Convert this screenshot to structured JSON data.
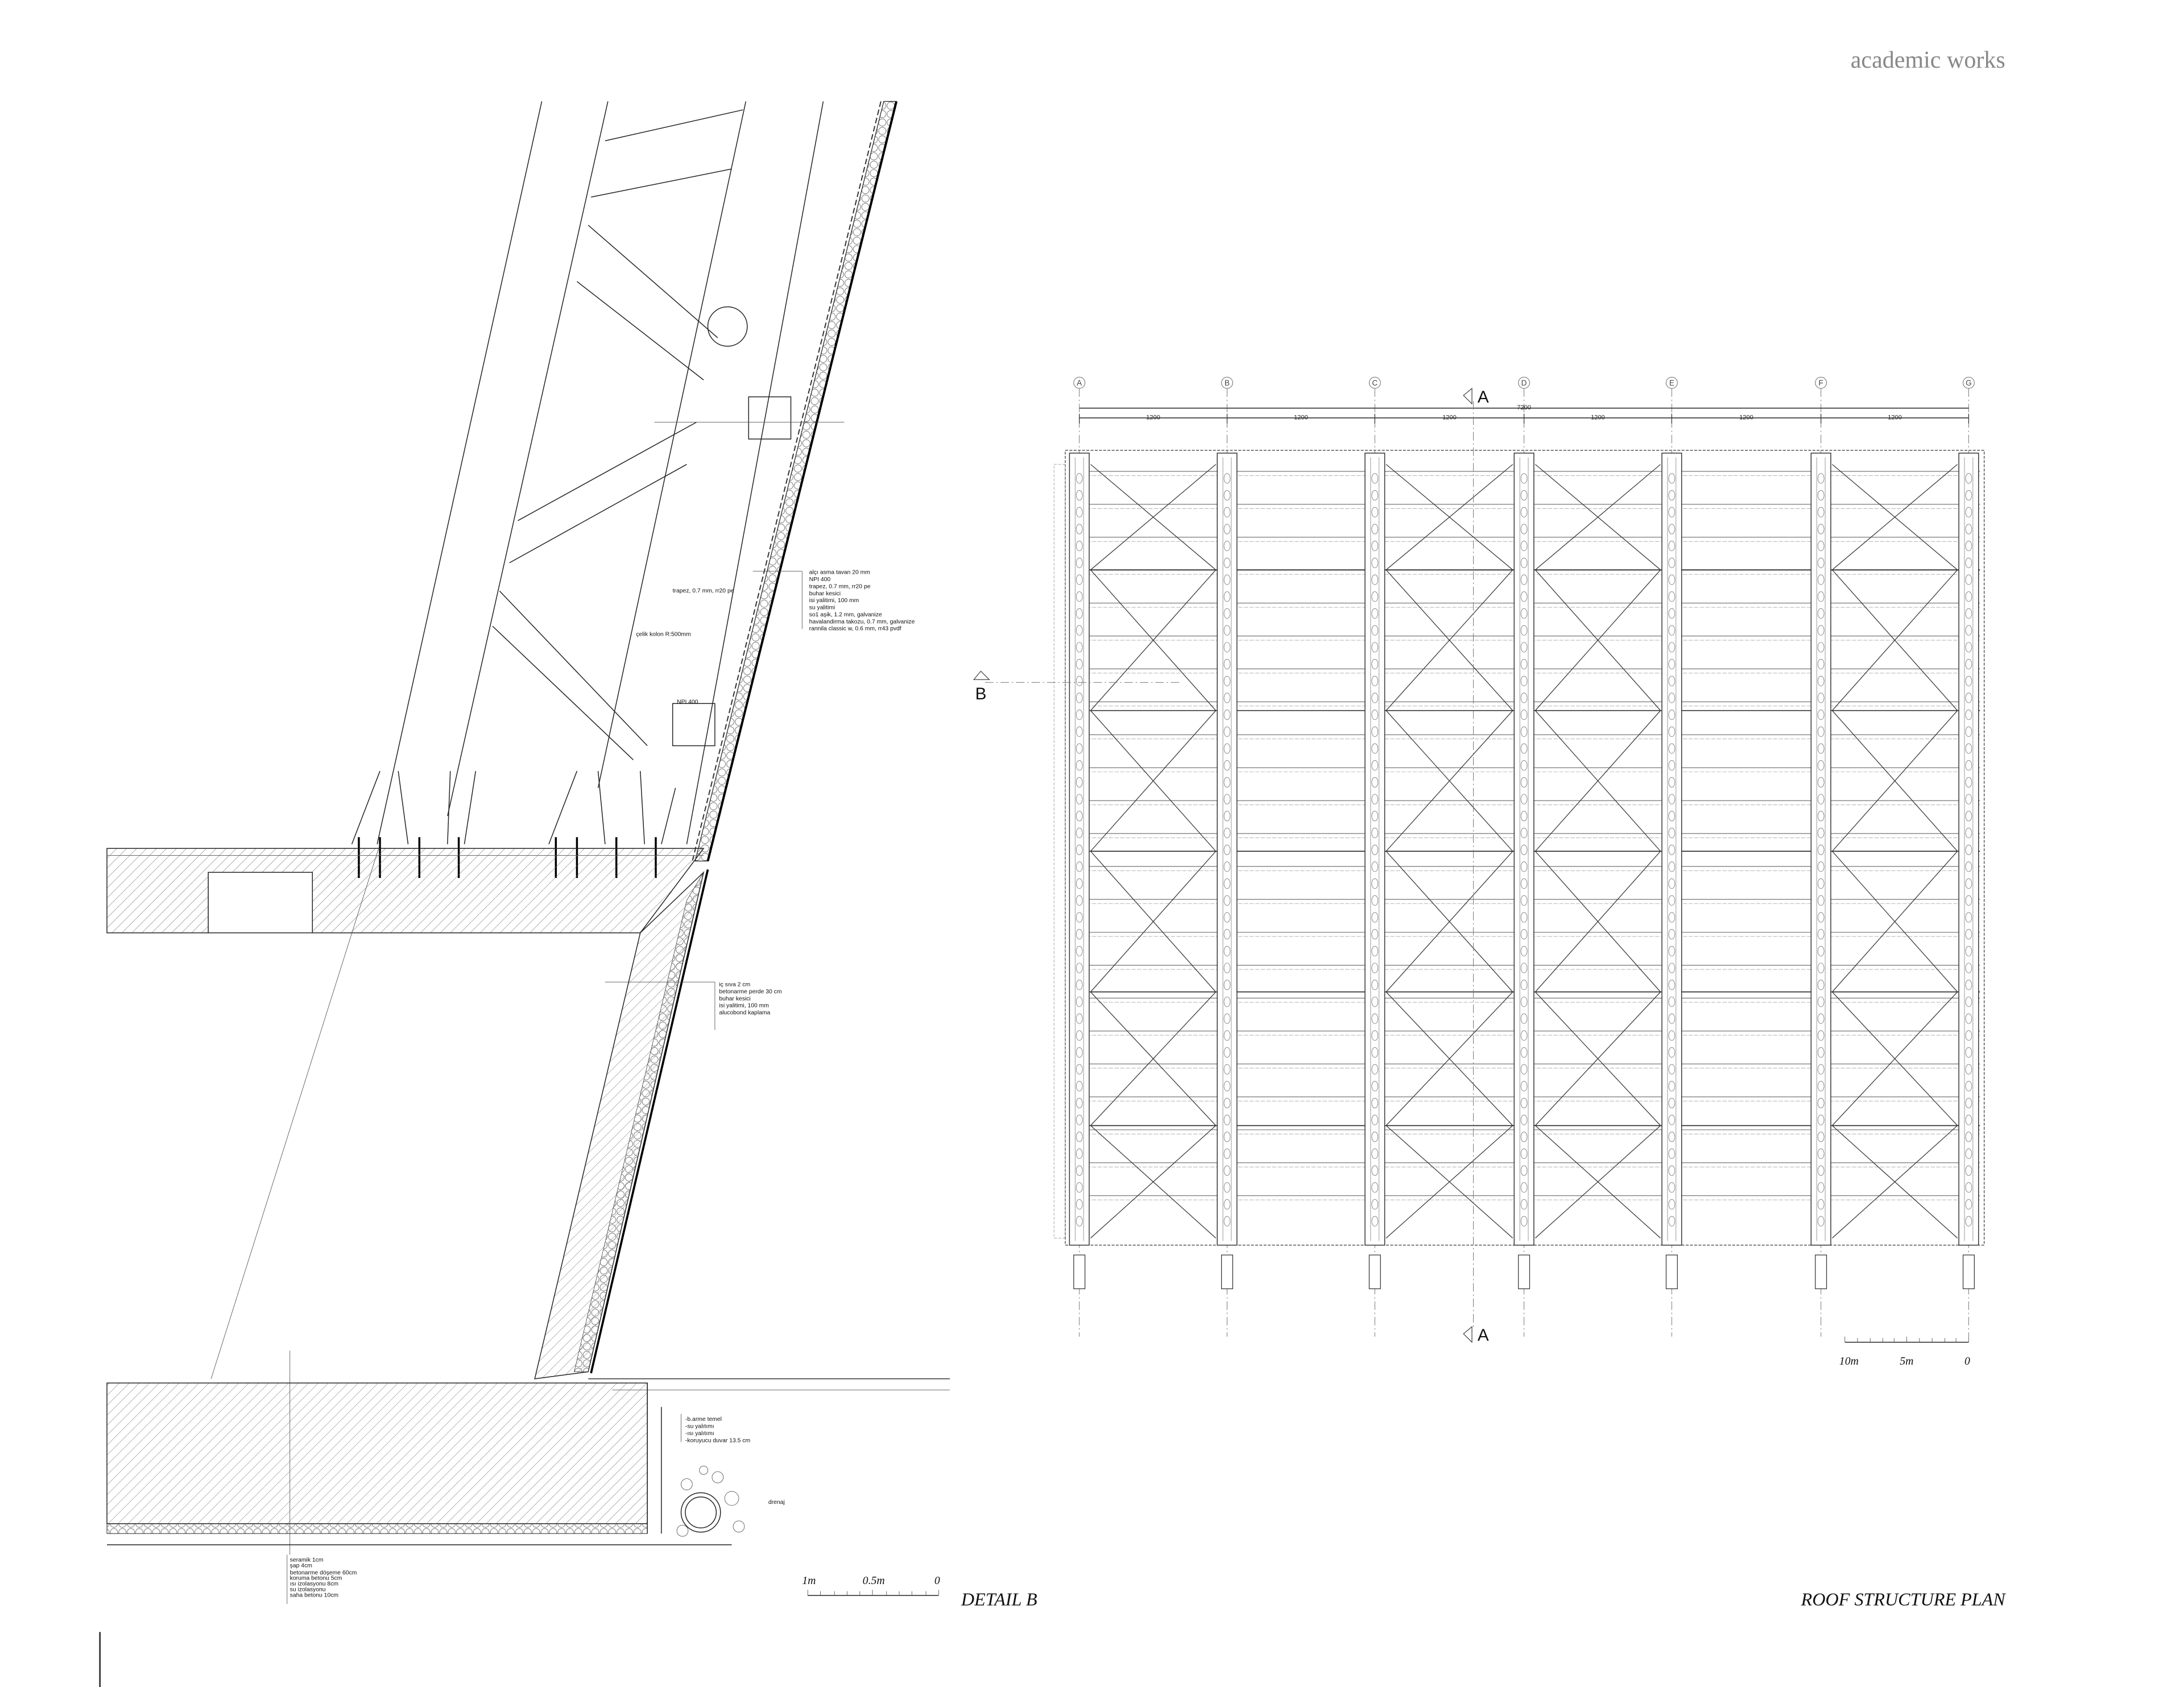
{
  "header": {
    "brand": "academic works"
  },
  "detail": {
    "title": "DETAIL B",
    "roof_layers": [
      "alçı asma tavan 20 mm",
      "NPI 400",
      "trapez, 0.7 mm, rr20 pe",
      "buhar kesici",
      "isi yalitimi, 100 mm",
      "su yalitimi",
      "so1 aşik, 1.2 mm, galvanize",
      "havalandirma takozu, 0.7 mm, galvanize",
      "rannila classic w, 0.6 mm, rr43 pvdf"
    ],
    "trapez_label": "trapez, 0.7 mm, rr20 pe",
    "column_label": "çelik kolon R:500mm",
    "npi_label": "NPI 400",
    "wall_layers": [
      "iç sıva 2 cm",
      "betonarme perde 30 cm",
      "buhar kesici",
      "isi yalitimi, 100 mm",
      "alucobond kaplama"
    ],
    "foundation_layers": [
      "-b.arme temel",
      "-su yalıtımı",
      "-ısı yalıtımı",
      "-koruyucu  duvar 13.5 cm"
    ],
    "drainage_label": "drenaj",
    "floor_layers": [
      "seramik 1cm",
      "şap 4cm",
      "betonarme  döşeme 60cm",
      "koruma betonu 5cm",
      "ısı izolasyonu 8cm",
      "su izolasyonu",
      "saha betonu 10cm"
    ],
    "scale": [
      "1m",
      "0.5m",
      "0"
    ]
  },
  "plan": {
    "title": "ROOF STRUCTURE PLAN",
    "grid_labels": [
      "A",
      "B",
      "C",
      "D",
      "E",
      "F",
      "G"
    ],
    "total_dim": "7200",
    "bay_dims": [
      "1200",
      "1200",
      "1200",
      "1200",
      "1200",
      "1200"
    ],
    "section_a": "A",
    "section_b": "B",
    "scale": [
      "10m",
      "5m",
      "0"
    ]
  }
}
